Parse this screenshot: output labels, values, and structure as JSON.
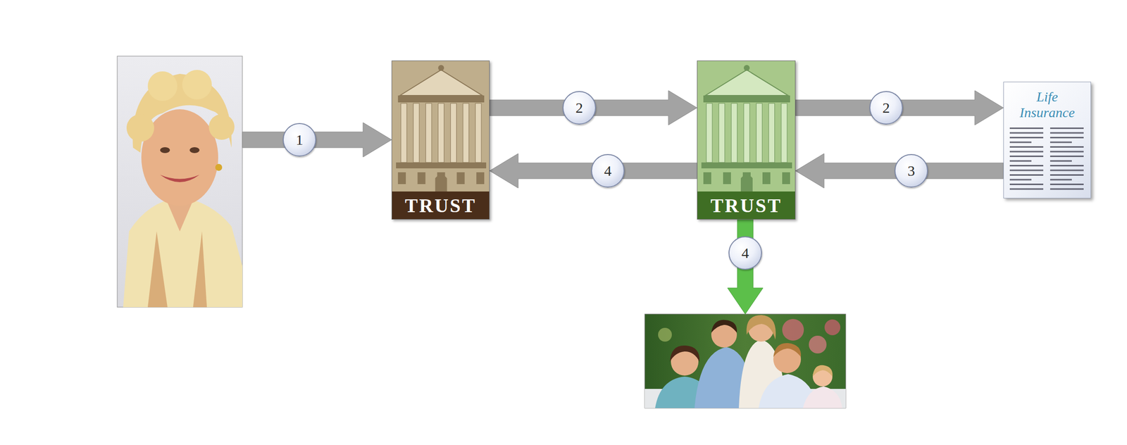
{
  "diagram": {
    "nodes": [
      {
        "text": [
          "TRUST"
        ]
      },
      {
        "text": [
          "TRUST"
        ]
      },
      {
        "text": [
          "Life Insurance"
        ]
      }
    ],
    "edges": [
      {
        "from": 0,
        "to": 1,
        "arrow": "to",
        "label": "2"
      },
      {
        "from": 1,
        "to": 2,
        "arrow": "to",
        "label": "2"
      },
      {
        "from": 2,
        "to": 1,
        "arrow": "to",
        "label": "3"
      },
      {
        "from": 1,
        "to": 0,
        "arrow": "to",
        "label": "4"
      }
    ],
    "labels": [
      "1",
      "4"
    ]
  }
}
